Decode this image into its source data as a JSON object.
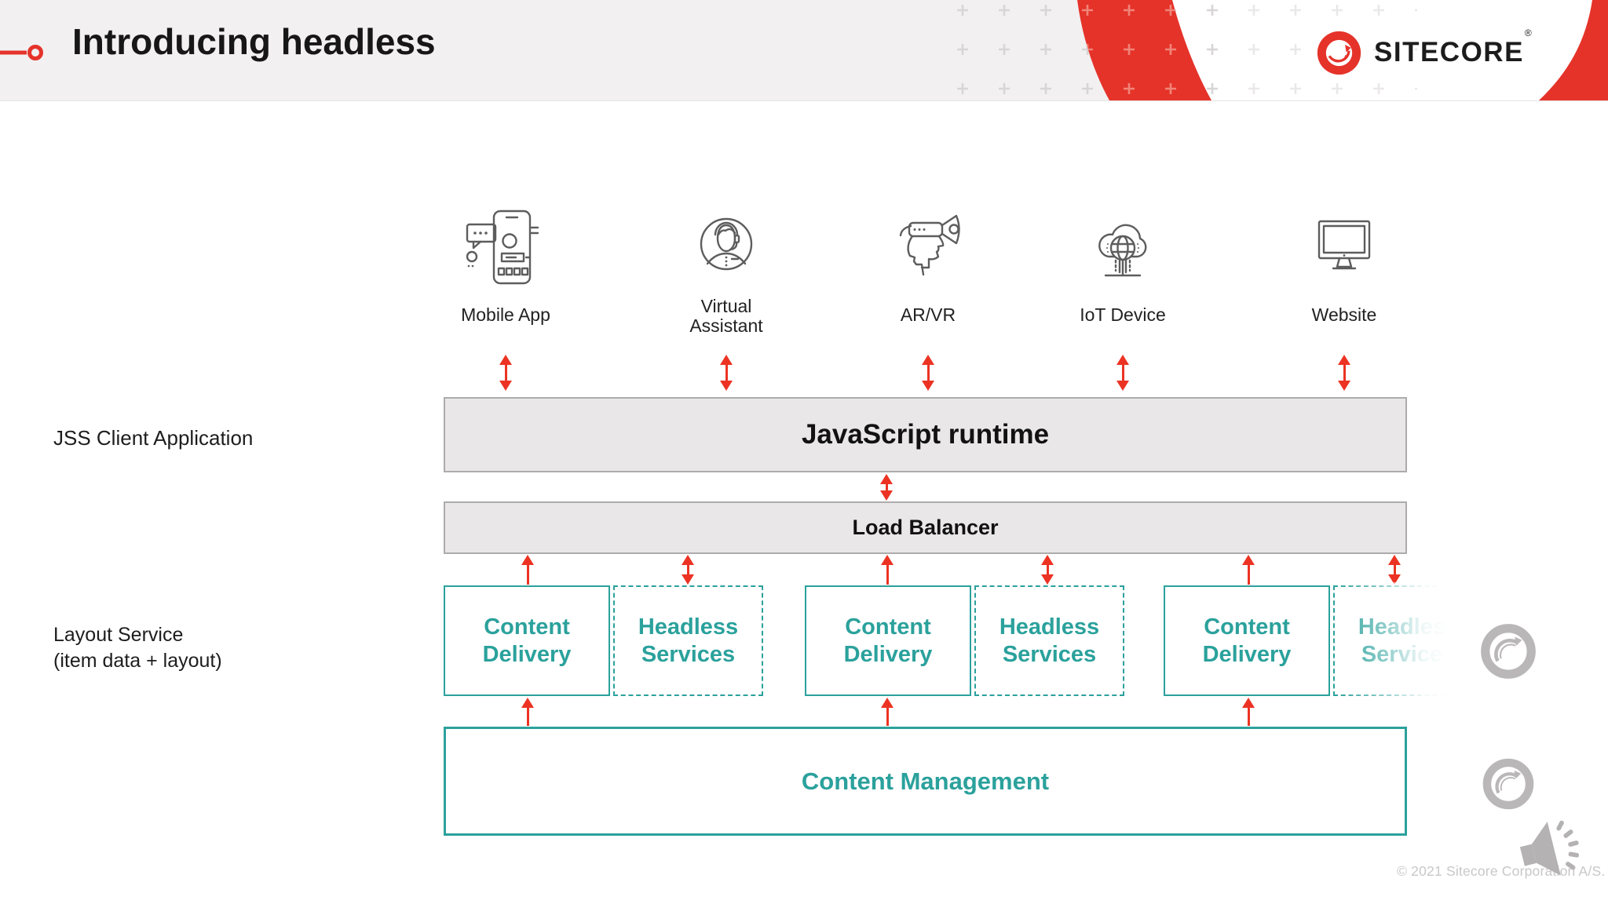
{
  "slide": {
    "header": {
      "title": "Introducing headless",
      "brand": "SITECORE",
      "registered_mark": "®"
    },
    "labels": {
      "jss_client_application": "JSS Client Application",
      "layout_service": "Layout Service",
      "layout_service_detail": "(item data + layout)"
    },
    "channels": [
      {
        "label": "Mobile App",
        "icon": "mobile-app-icon"
      },
      {
        "label": "Virtual Assistant",
        "icon": "virtual-assistant-icon"
      },
      {
        "label": "AR/VR",
        "icon": "ar-vr-icon"
      },
      {
        "label": "IoT Device",
        "icon": "iot-device-icon"
      },
      {
        "label": "Website",
        "icon": "website-icon"
      }
    ],
    "tiers": {
      "javascript_runtime": "JavaScript runtime",
      "load_balancer": "Load Balancer",
      "content_management": "Content Management"
    },
    "pairs": [
      {
        "content_delivery": "Content Delivery",
        "headless_services": "Headless Services"
      },
      {
        "content_delivery": "Content Delivery",
        "headless_services": "Headless Services"
      },
      {
        "content_delivery": "Content Delivery",
        "headless_services": "Headless Services"
      }
    ],
    "footer": {
      "copyright": "© 2021 Sitecore Corporation A/S."
    },
    "colors": {
      "teal": "#2ba19c",
      "red_accent": "#e5332a",
      "arrow_red": "#ec3323",
      "box_fill": "#e9e7e8",
      "header_bg": "#f2f0f1"
    }
  }
}
